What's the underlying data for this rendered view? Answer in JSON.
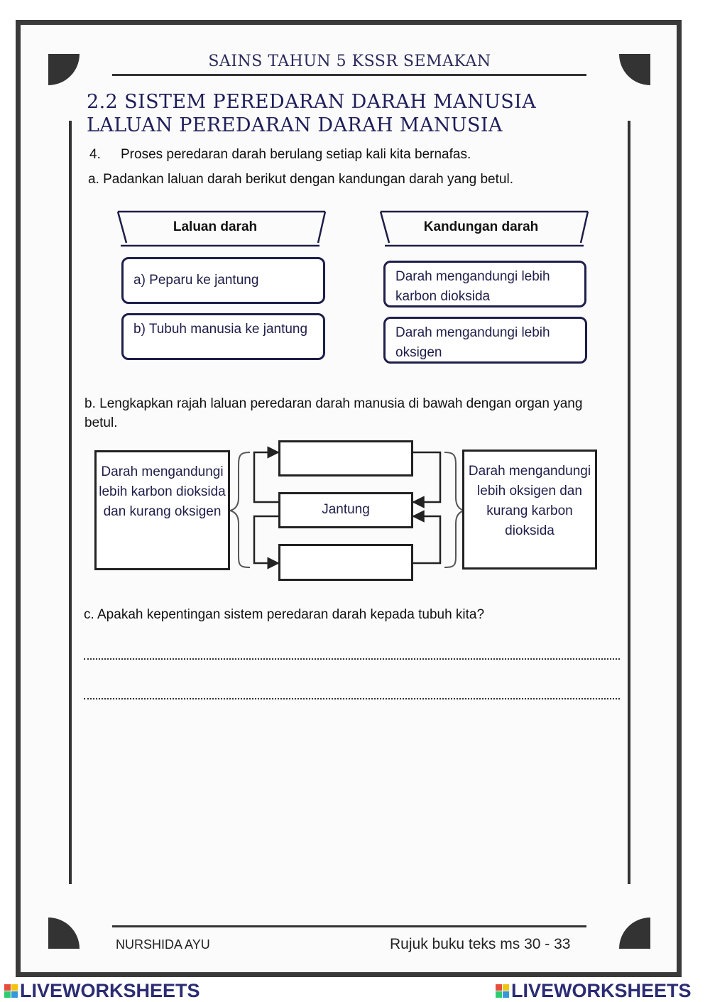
{
  "header": "SAINS TAHUN 5 KSSR SEMAKAN",
  "title": {
    "line1": "2.2 SISTEM PEREDARAN DARAH MANUSIA",
    "line2": "LALUAN PEREDARAN DARAH MANUSIA"
  },
  "question": {
    "number": "4.",
    "text": "Proses peredaran darah berulang setiap kali kita bernafas."
  },
  "part_a": {
    "instruction": "a. Padankan laluan darah berikut dengan kandungan darah yang betul.",
    "left_header": "Laluan darah",
    "right_header": "Kandungan darah",
    "left_items": [
      "a) Peparu ke jantung",
      "b) Tubuh manusia ke jantung"
    ],
    "right_items": [
      "Darah mengandungi lebih karbon dioksida",
      "Darah mengandungi lebih oksigen"
    ]
  },
  "part_b": {
    "instruction": "b. Lengkapkan rajah laluan peredaran darah manusia di bawah dengan organ yang betul.",
    "left_box": "Darah mengandungi lebih karbon dioksida dan kurang oksigen",
    "center_label": "Jantung",
    "right_box": "Darah mengandungi lebih oksigen dan kurang karbon dioksida",
    "top_blank": "",
    "bottom_blank": ""
  },
  "part_c": {
    "question": "c. Apakah kepentingan sistem peredaran darah kepada tubuh kita?"
  },
  "footer": {
    "author": "NURSHIDA AYU",
    "reference": "Rujuk buku teks ms 30 - 33"
  },
  "watermark": "LIVEWORKSHEETS",
  "colors": {
    "frame": "#3a3a3a",
    "title": "#1e1e5a",
    "box_border": "#1e1e4a"
  }
}
